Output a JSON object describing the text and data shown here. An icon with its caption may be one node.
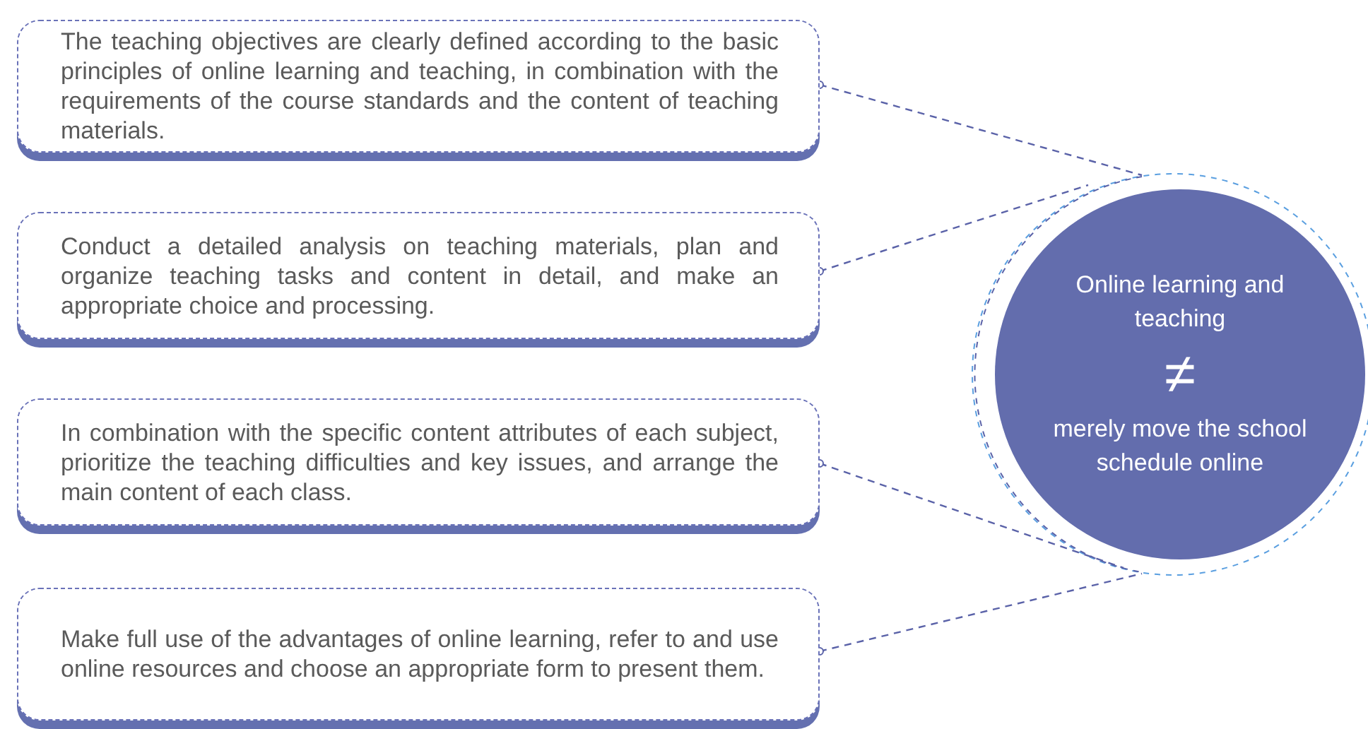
{
  "diagram": {
    "nodes": [
      {
        "text": [
          "The teaching objectives are clearly defined according to the basic principles of online learning and teaching, in combination with the requirements of the course standards and the content of teaching materials."
        ]
      },
      {
        "text": [
          "Conduct a detailed analysis on teaching materials, plan and organize teaching tasks and content in detail, and make an appropriate choice and processing."
        ]
      },
      {
        "text": [
          "In combination with the specific content attributes of each subject, prioritize the teaching difficulties and key issues, and arrange the main content of each class."
        ]
      },
      {
        "text": [
          "Make full use of the advantages of online learning, refer to and use online resources and choose an appropriate form to present them."
        ]
      },
      {
        "text": [
          "Online learning and teaching",
          "≠",
          "merely move the school schedule online"
        ]
      }
    ],
    "edges": [
      {
        "from": 0,
        "to": 4,
        "arrow": "other",
        "style": "dashed"
      },
      {
        "from": 1,
        "to": 4,
        "arrow": "other",
        "style": "dashed"
      },
      {
        "from": 2,
        "to": 4,
        "arrow": "other",
        "style": "dashed"
      },
      {
        "from": 3,
        "to": 4,
        "arrow": "other",
        "style": "dashed"
      }
    ]
  }
}
